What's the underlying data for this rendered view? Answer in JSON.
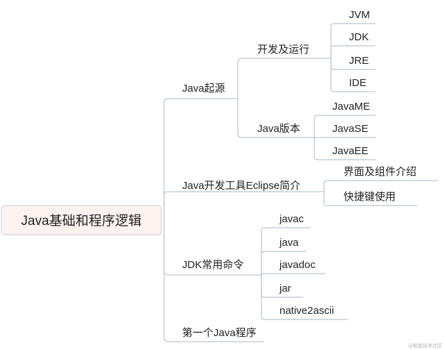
{
  "root": {
    "label": "Java基础和程序逻辑"
  },
  "branches": [
    {
      "label": "Java起源",
      "children": [
        {
          "label": "开发及运行",
          "children": [
            {
              "label": "JVM"
            },
            {
              "label": "JDK"
            },
            {
              "label": "JRE"
            },
            {
              "label": "IDE"
            }
          ]
        },
        {
          "label": "Java版本",
          "children": [
            {
              "label": "JavaME"
            },
            {
              "label": "JavaSE"
            },
            {
              "label": "JavaEE"
            }
          ]
        }
      ]
    },
    {
      "label": "Java开发工具Eclipse简介",
      "children": [
        {
          "label": "界面及组件介绍"
        },
        {
          "label": "快捷键使用"
        }
      ]
    },
    {
      "label": "JDK常用命令",
      "children": [
        {
          "label": "javac"
        },
        {
          "label": "java"
        },
        {
          "label": "javadoc"
        },
        {
          "label": "jar"
        },
        {
          "label": "native2ascii"
        }
      ]
    },
    {
      "label": "第一个Java程序"
    }
  ],
  "watermark": "@掘金技术社区"
}
